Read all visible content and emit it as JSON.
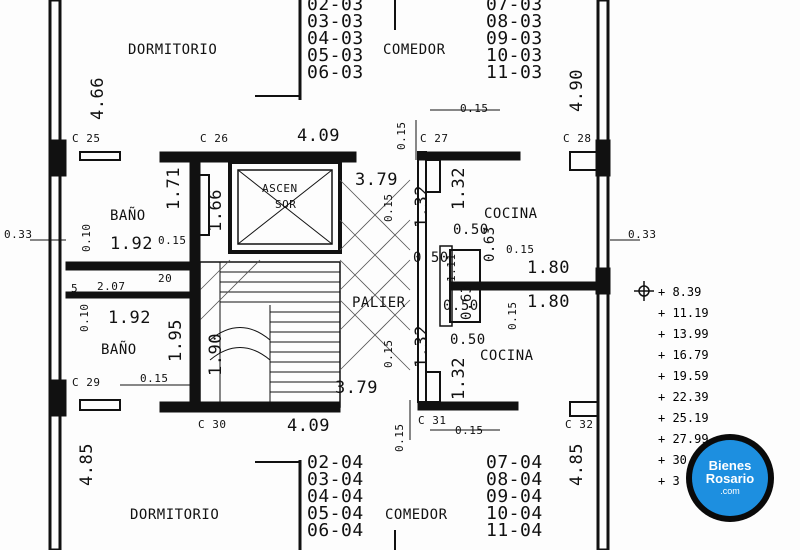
{
  "rooms": {
    "dormitorio_top": "DORMITORIO",
    "comedor_top": "COMEDOR",
    "bano_top": "BAÑO",
    "bano_bottom": "BAÑO",
    "ascensor_l1": "ASCEN",
    "ascensor_l2": "SOR",
    "cocina_top": "COCINA",
    "palier": "PALIER",
    "cocina_bottom": "COCINA",
    "dormitorio_bottom": "DORMITORIO",
    "comedor_bottom": "COMEDOR"
  },
  "columns": {
    "c25": "C 25",
    "c26": "C 26",
    "c27": "C 27",
    "c28": "C 28",
    "c29": "C 29",
    "c30": "C 30",
    "c31": "C 31",
    "c32": "C 32"
  },
  "units_top_left": [
    "02-03",
    "03-03",
    "04-03",
    "05-03",
    "06-03"
  ],
  "units_top_right": [
    "07-03",
    "08-03",
    "09-03",
    "10-03",
    "11-03"
  ],
  "units_bottom_left": [
    "02-04",
    "03-04",
    "04-04",
    "05-04",
    "06-04"
  ],
  "units_bottom_right": [
    "07-04",
    "08-04",
    "09-04",
    "10-04",
    "11-04"
  ],
  "dimensions": {
    "d466": "4.66",
    "d490": "4.90",
    "d409_top": "4.09",
    "d015_top_v": "0.15",
    "d015_top_h": "0.15",
    "d379_top": "3.79",
    "d132_a": "1.32",
    "d132_b": "1.32",
    "d171": "1.71",
    "d166": "1.66",
    "d015_asc": "0.15",
    "d033_left": "0.33",
    "d010_left": "0.10",
    "d192_top": "1.92",
    "d015_bano": "0.15",
    "d050_a": "0.50",
    "d063_a": "0.63",
    "d015_coc": "0.15",
    "d033_right": "0.33",
    "d050_b": "0.50",
    "d180_a": "1.80",
    "d207": "2.07",
    "d20": "20",
    "d5": "5",
    "d180_b": "1.80",
    "d063_b": "0.63",
    "d050_c": "0.50",
    "d015_c": "0.15",
    "d010_b": "0.10",
    "d192_b": "1.92",
    "d195": "1.95",
    "d190": "1.90",
    "d015_pal": "0.15",
    "d050_d": "0.50",
    "d132_c": "1.32",
    "d132_d": "1.32",
    "d015_bot": "0.15",
    "d379_bot": "3.79",
    "d409_bot": "4.09",
    "d015_bot_v": "0.15",
    "d015_bot_h": "0.15",
    "d485_left": "4.85",
    "d485_right": "4.85",
    "d111": "1.11"
  },
  "level_marks": [
    "+ 8.39",
    "+ 11.19",
    "+ 13.99",
    "+ 16.79",
    "+ 19.59",
    "+ 22.39",
    "+ 25.19",
    "+ 27.99",
    "+ 30",
    "+ 3"
  ],
  "logo": {
    "line1": "Bienes",
    "line2": "Rosario",
    "line3": ".com"
  }
}
